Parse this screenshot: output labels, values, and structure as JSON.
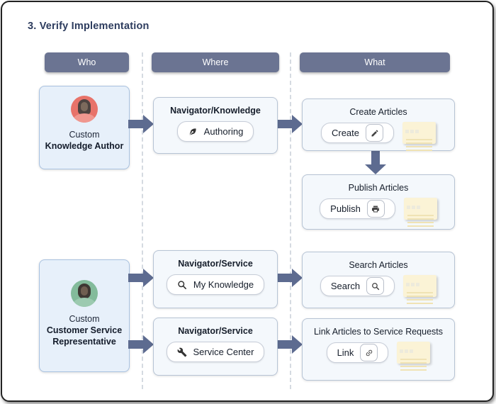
{
  "title": "3. Verify Implementation",
  "columns": {
    "who": "Who",
    "where": "Where",
    "what": "What"
  },
  "who": [
    {
      "prefix": "Custom",
      "role": "Knowledge Author",
      "avatar": "knowledge-author-avatar",
      "avatar_bg": "#e8736a"
    },
    {
      "prefix": "Custom",
      "role": "Customer Service Representative",
      "avatar": "customer-service-rep-avatar",
      "avatar_bg": "#83bb9b"
    }
  ],
  "where": [
    {
      "title": "Navigator/Knowledge",
      "button": "Authoring",
      "icon": "pen-icon"
    },
    {
      "title": "Navigator/Service",
      "button": "My Knowledge",
      "icon": "search-icon"
    },
    {
      "title": "Navigator/Service",
      "button": "Service Center",
      "icon": "wrench-icon"
    }
  ],
  "what": [
    {
      "title": "Create Articles",
      "button": "Create",
      "icon": "pencil-icon"
    },
    {
      "title": "Publish Articles",
      "button": "Publish",
      "icon": "printer-icon"
    },
    {
      "title": "Search Articles",
      "button": "Search",
      "icon": "search-icon"
    },
    {
      "title": "Link Articles to Service Requests",
      "button": "Link",
      "icon": "link-icon"
    }
  ],
  "icons": [
    "pen-icon",
    "search-icon",
    "wrench-icon",
    "pencil-icon",
    "printer-icon",
    "link-icon",
    "article-note-icon"
  ],
  "colors": {
    "header_bg": "#6b7492",
    "arrow": "#5d6b90",
    "who_box_bg": "#e7f0fa",
    "who_box_border": "#a9c2e0",
    "flow_box_bg": "#f4f8fc",
    "flow_box_border": "#b7c4d5",
    "note_bg": "#fbf3d6",
    "avatar1_bg": "#e8736a",
    "avatar2_bg": "#83bb9b",
    "title_text": "#2d3c5e"
  }
}
